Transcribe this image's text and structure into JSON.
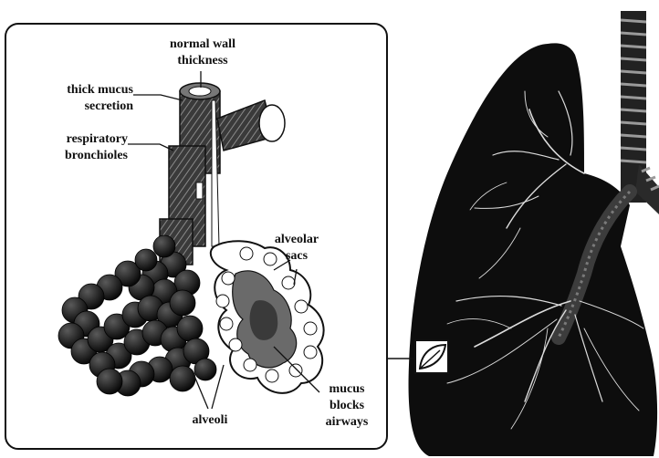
{
  "labels": {
    "normal_wall_line1": "normal wall",
    "normal_wall_line2": "thickness",
    "thick_mucus_line1": "thick mucus",
    "thick_mucus_line2": "secretion",
    "respiratory_line1": "respiratory",
    "respiratory_line2": "bronchioles",
    "alveolar_line1": "alveolar",
    "alveolar_line2": "sacs",
    "mucus_blocks_line1": "mucus",
    "mucus_blocks_line2": "blocks",
    "mucus_blocks_line3": "airways",
    "alveoli": "alveoli"
  },
  "colors": {
    "background": "#ffffff",
    "ink": "#111111",
    "lung": "#0d0d0d",
    "airway_shade": "#555555",
    "vessel_highlight": "#dcdcdc"
  },
  "icons": {
    "inset_marker": "leaf-square-icon"
  }
}
